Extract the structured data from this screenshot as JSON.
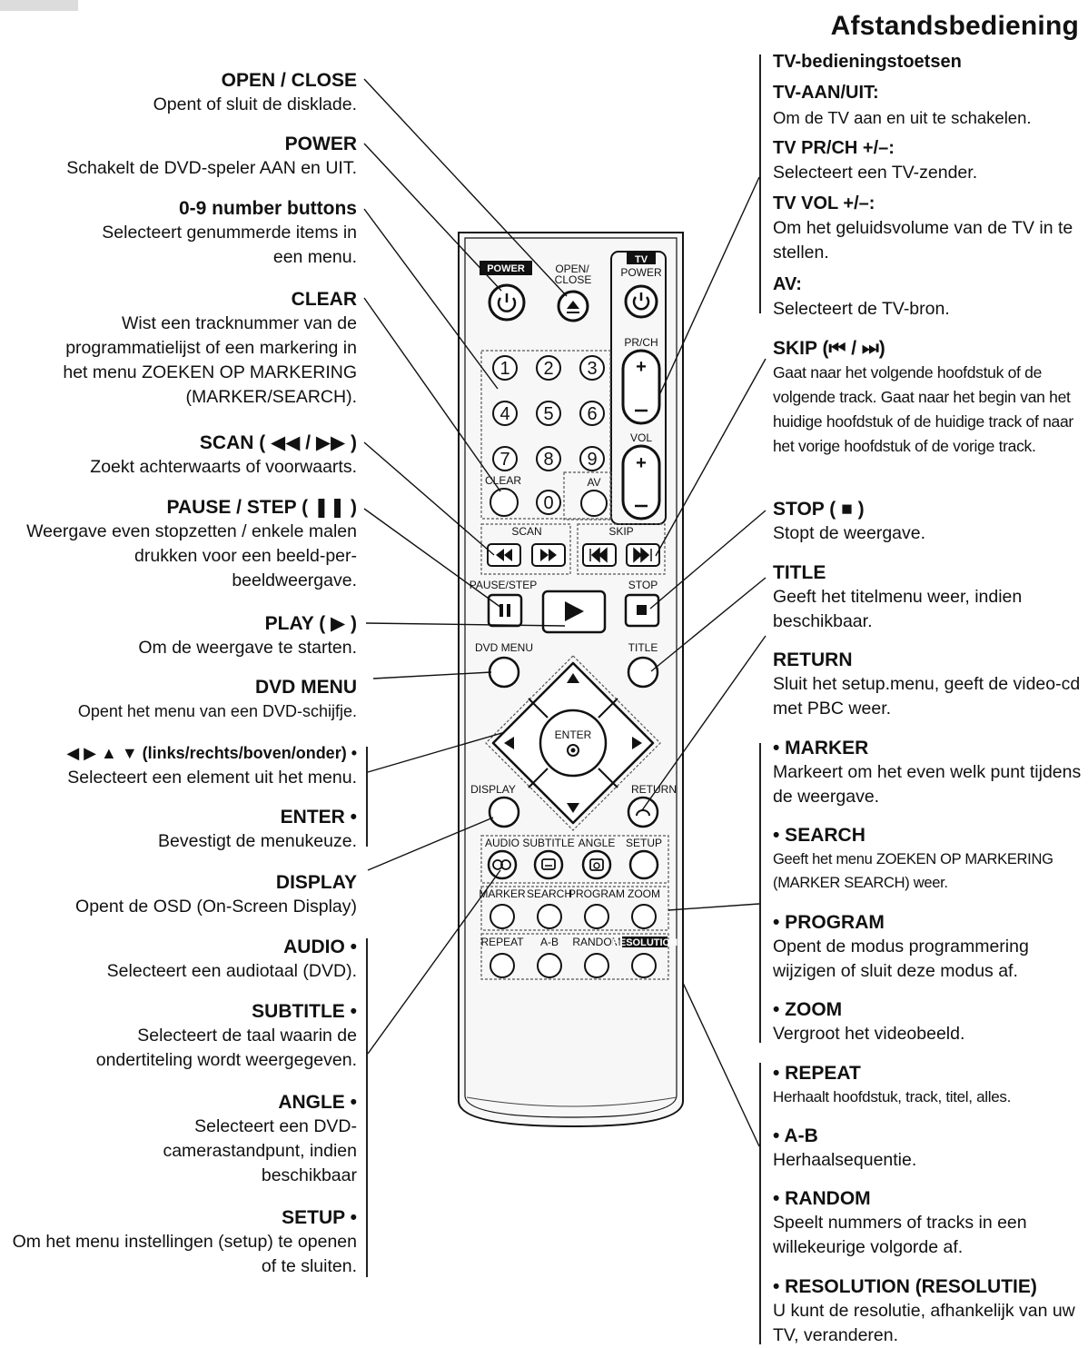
{
  "page": {
    "title": "Afstandsbediening"
  },
  "left_entries": [
    {
      "head": "OPEN / CLOSE",
      "desc": "Opent of sluit de disklade."
    },
    {
      "head": "POWER",
      "desc": "Schakelt de DVD-speler AAN en UIT."
    },
    {
      "head": "0-9 number buttons",
      "desc": "Selecteert genummerde items in een menu."
    },
    {
      "head": "CLEAR",
      "desc": "Wist een tracknummer van de programmatielijst of een markering in het menu ZOEKEN OP MARKERING (MARKER/SEARCH)."
    },
    {
      "head": "SCAN ( ◀◀ / ▶▶ )",
      "desc": "Zoekt achterwaarts of voorwaarts."
    },
    {
      "head": "PAUSE / STEP ( ❚❚ )",
      "desc": "Weergave even stopzetten / enkele malen drukken voor een beeld-per-beeldweergave."
    },
    {
      "head": "PLAY ( ▶ )",
      "desc": "Om de weergave te starten."
    },
    {
      "head": "DVD MENU",
      "desc": "Opent het menu van een DVD-schijfje."
    },
    {
      "head": "◀ ▶ ▲ ▼ (links/rechts/boven/onder) •",
      "desc": "Selecteert een element uit het menu."
    },
    {
      "head": "ENTER •",
      "desc": "Bevestigt de menukeuze."
    },
    {
      "head": "DISPLAY",
      "desc": "Opent de OSD (On-Screen Display)"
    },
    {
      "head": "AUDIO •",
      "desc": "Selecteert een audiotaal (DVD)."
    },
    {
      "head": "SUBTITLE •",
      "desc": "Selecteert de taal waarin de ondertiteling wordt weergegeven."
    },
    {
      "head": "ANGLE •",
      "desc": "Selecteert een DVD-camerastandpunt, indien beschikbaar"
    },
    {
      "head": "SETUP •",
      "desc": "Om het menu instellingen (setup) te openen of te sluiten."
    }
  ],
  "right_entries": [
    {
      "head": "TV-bedieningstoetsen",
      "desc": ""
    },
    {
      "head": "TV-AAN/UIT:",
      "desc": "Om de TV aan en uit te schakelen."
    },
    {
      "head": "TV PR/CH +/–:",
      "desc": "Selecteert een TV-zender."
    },
    {
      "head": "TV VOL +/–:",
      "desc": "Om het geluidsvolume van de TV in te stellen."
    },
    {
      "head": "AV:",
      "desc": "Selecteert de TV-bron."
    },
    {
      "head": "SKIP (⏮ / ⏭)",
      "desc": "Gaat naar het volgende hoofdstuk of de volgende track. Gaat naar het begin van het huidige hoofdstuk of de huidige track of naar het vorige hoofdstuk of de vorige track."
    },
    {
      "head": "STOP ( ■ )",
      "desc": "Stopt de weergave."
    },
    {
      "head": "TITLE",
      "desc": "Geeft het titelmenu weer, indien beschikbaar."
    },
    {
      "head": "RETURN",
      "desc": "Sluit het setup.menu, geeft de video-cd met PBC weer."
    },
    {
      "head": "• MARKER",
      "desc": "Markeert om het even welk punt tijdens de weergave."
    },
    {
      "head": "• SEARCH",
      "desc": "Geeft het menu ZOEKEN OP MARKERING (MARKER SEARCH) weer."
    },
    {
      "head": "• PROGRAM",
      "desc": "Opent de modus programmering wijzigen of sluit deze modus af."
    },
    {
      "head": "• ZOOM",
      "desc": "Vergroot het videobeeld."
    },
    {
      "head": "• REPEAT",
      "desc": "Herhaalt hoofdstuk, track, titel, alles."
    },
    {
      "head": "• A-B",
      "desc": "Herhaalsequentie."
    },
    {
      "head": "• RANDOM",
      "desc": "Speelt nummers of tracks in een willekeurige volgorde af."
    },
    {
      "head": "• RESOLUTION (RESOLUTIE)",
      "desc": "U kunt de resolutie, afhankelijk van uw TV, veranderen."
    }
  ],
  "remote": {
    "labels": {
      "power": "POWER",
      "open_close_1": "OPEN/",
      "open_close_2": "CLOSE",
      "tv_badge": "TV",
      "tv_power": "POWER",
      "pr_ch": "PR/CH",
      "vol": "VOL",
      "clear": "CLEAR",
      "av": "AV",
      "scan": "SCAN",
      "skip": "SKIP",
      "pause_step": "PAUSE/STEP",
      "stop": "STOP",
      "dvd_menu": "DVD MENU",
      "title": "TITLE",
      "enter": "ENTER",
      "display": "DISPLAY",
      "return": "RETURN",
      "audio": "AUDIO",
      "subtitle": "SUBTITLE",
      "angle": "ANGLE",
      "setup": "SETUP",
      "marker": "MARKER",
      "search": "SEARCH",
      "program": "PROGRAM",
      "zoom": "ZOOM",
      "repeat": "REPEAT",
      "ab": "A-B",
      "random": "RANDOM",
      "resolution": "RESOLUTION"
    },
    "digits": [
      "1",
      "2",
      "3",
      "4",
      "5",
      "6",
      "7",
      "8",
      "9",
      "0"
    ]
  }
}
